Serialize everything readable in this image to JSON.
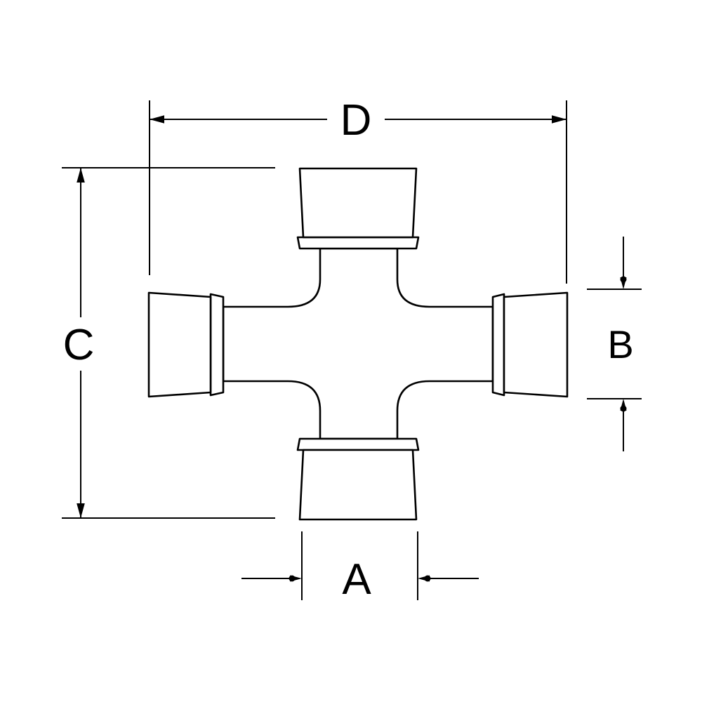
{
  "diagram": {
    "labels": {
      "a": "A",
      "b": "B",
      "c": "C",
      "d": "D"
    },
    "colors": {
      "line": "#000000",
      "background": "#ffffff"
    }
  }
}
